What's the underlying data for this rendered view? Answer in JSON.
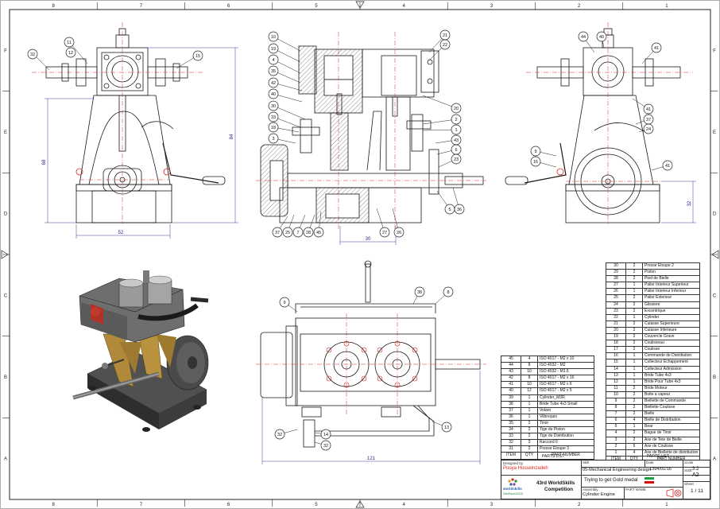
{
  "sheet": {
    "zones_top": [
      "8",
      "7",
      "6",
      "5",
      "4",
      "3",
      "2",
      "1"
    ],
    "zones_side": [
      "F",
      "E",
      "D",
      "C",
      "B",
      "A"
    ]
  },
  "views": {
    "front": {
      "dimensions": [
        "52",
        "68",
        "84"
      ],
      "balloons": [
        "32",
        "11",
        "12",
        "15"
      ]
    },
    "section": {
      "dimensions": [
        "30"
      ],
      "balloons_left": [
        "10",
        "19",
        "4",
        "35",
        "42",
        "40",
        "30",
        "33",
        "18",
        "3"
      ],
      "balloons_right": [
        "21",
        "22",
        "20",
        "2",
        "1",
        "43",
        "6",
        "23",
        "5",
        "36"
      ],
      "balloons_bottom": [
        "37",
        "25",
        "7",
        "28",
        "45",
        "27",
        "26"
      ]
    },
    "side": {
      "dimensions": [
        "32"
      ],
      "balloons": [
        "44",
        "40",
        "41",
        "41",
        "37",
        "24",
        "9",
        "16",
        "41"
      ]
    },
    "top": {
      "dimensions": [
        "121"
      ],
      "balloons": [
        "9",
        "38",
        "8",
        "13",
        "32",
        "14",
        "32"
      ]
    }
  },
  "parts_list_left": {
    "headers": [
      "ITEM",
      "QTY",
      "PART NUMBER"
    ],
    "title": "PARTS LIST",
    "rows": [
      [
        "45",
        "4",
        "ISO 4017 - M2 x 10"
      ],
      [
        "44",
        "8",
        "ISO 4032 - M2"
      ],
      [
        "43",
        "10",
        "ISO 4032 - M1.6"
      ],
      [
        "42",
        "8",
        "ISO 4017 - M2 x 16"
      ],
      [
        "41",
        "10",
        "ISO 4017 - M2 x 6"
      ],
      [
        "40",
        "12",
        "ISO 4017 - M2 x 5"
      ],
      [
        "39",
        "1",
        "Cylinder_M3R"
      ],
      [
        "38",
        "1",
        "Bride Tube 4x3 Small"
      ],
      [
        "37",
        "1",
        "Volant"
      ],
      [
        "36",
        "1",
        "Vilbrequin"
      ],
      [
        "35",
        "2",
        "Tiroir"
      ],
      [
        "34",
        "2",
        "Tige de Piston"
      ],
      [
        "33",
        "2",
        "Tige de Distribution"
      ],
      [
        "32",
        "3",
        "Raccord 6"
      ],
      [
        "31",
        "2",
        "Presse Etoupe 3"
      ]
    ]
  },
  "parts_list_right": {
    "headers": [
      "ITEM",
      "QTY",
      "PART NUMBER"
    ],
    "title": "PARTS LIST",
    "rows": [
      [
        "30",
        "2",
        "Presse Etoupe 2"
      ],
      [
        "29",
        "2",
        "Piston"
      ],
      [
        "28",
        "2",
        "Pied de Bielle"
      ],
      [
        "27",
        "1",
        "Palier Interieur Superieur"
      ],
      [
        "26",
        "1",
        "Palier Interieur Inferieur"
      ],
      [
        "25",
        "2",
        "Palier Exterieur"
      ],
      [
        "24",
        "2",
        "Glissiere"
      ],
      [
        "23",
        "2",
        "Excentrique"
      ],
      [
        "22",
        "1",
        "Cylinder"
      ],
      [
        "21",
        "2",
        "Culasse Superieure"
      ],
      [
        "20",
        "2",
        "Culasse Inferieure"
      ],
      [
        "19",
        "2",
        "Couvercle Grave"
      ],
      [
        "18",
        "2",
        "Coulisseau"
      ],
      [
        "17",
        "2",
        "Coulisse"
      ],
      [
        "16",
        "1",
        "Commande de Distribution"
      ],
      [
        "15",
        "1",
        "Collecteur Echappement"
      ],
      [
        "14",
        "1",
        "Collecteur Admission"
      ],
      [
        "13",
        "1",
        "Bride Tube 4x3"
      ],
      [
        "12",
        "1",
        "Bride Pour Tube 4x3"
      ],
      [
        "11",
        "2",
        "Bride Moteur"
      ],
      [
        "10",
        "2",
        "Boite a vapeur"
      ],
      [
        "9",
        "2",
        "Biellette de Commande"
      ],
      [
        "8",
        "2",
        "Biellette Coulisse"
      ],
      [
        "7",
        "2",
        "Bielle"
      ],
      [
        "6",
        "4",
        "Bielle de Distribution"
      ],
      [
        "5",
        "1",
        "Bear"
      ],
      [
        "4",
        "2",
        "Bague de Tiroir"
      ],
      [
        "3",
        "2",
        "Axe de Tete de Bielle"
      ],
      [
        "2",
        "6",
        "Axe de Coulisse"
      ],
      [
        "1",
        "4",
        "Axe de Biellette de distribution"
      ]
    ]
  },
  "title_block": {
    "designed_by_label": "Designed by",
    "designer": "Pouya Hosseinzadeh",
    "skill_label": "Skill",
    "skill": "05-Mechanical Engineering design",
    "date_label": "Date",
    "date": "1394/01/16",
    "scale_label": "Scale",
    "scale": "3:2",
    "drawing_title": "Trying to get Gold medal",
    "assembly_label": "Assembly",
    "assembly": "Cylinder Engine",
    "part_name_label": "PART NAME",
    "size_label": "SIZE",
    "size": "A2",
    "sheet_label": "Sheet",
    "sheet": "1 / 11",
    "competition_line1": "43rd WorldSkills",
    "competition_line2": "Competition",
    "logo_text": "worldskills",
    "logo_sub": "SãoPaulo2015"
  },
  "colors": {
    "line": "#1a1a1a",
    "centerline": "#d6261e",
    "dimension": "#3a3aa0",
    "bronze": "#b08a3a",
    "dark_metal": "#3a3a3a",
    "red_part": "#c0392b"
  }
}
